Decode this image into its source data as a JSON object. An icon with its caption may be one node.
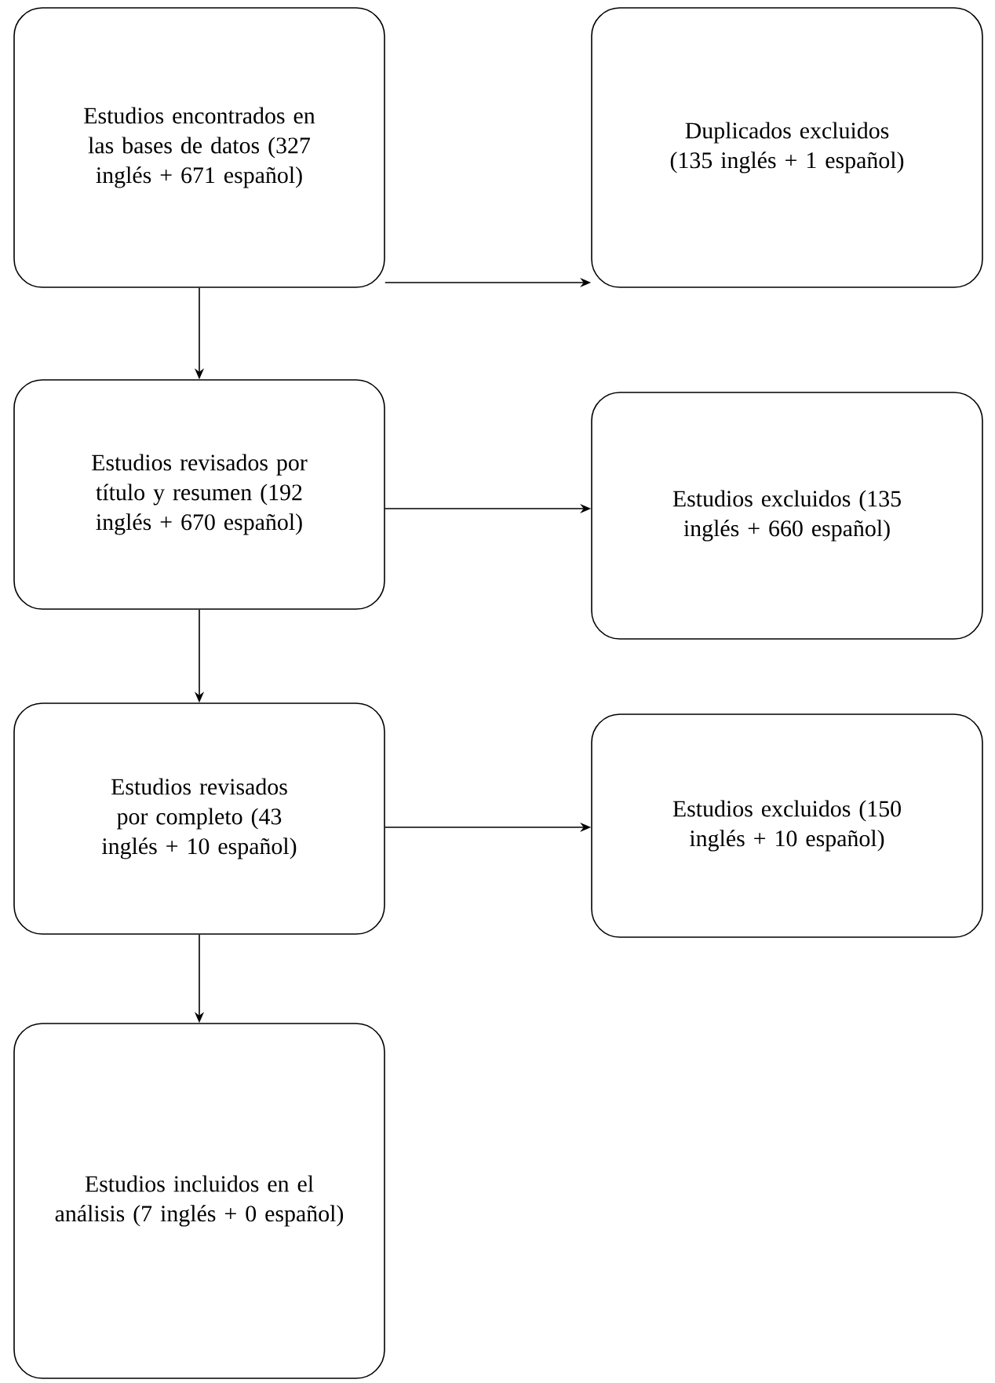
{
  "diagram": {
    "nodes": [
      {
        "text": [
          "Estudios encontrados en las bases de datos (327 inglés + 671 español)"
        ]
      },
      {
        "text": [
          "Duplicados excluidos (135 inglés + 1 español)"
        ]
      },
      {
        "text": [
          "Estudios revisados por título y resumen (192 inglés + 670 español)"
        ]
      },
      {
        "text": [
          "Estudios excluidos (135 inglés + 660 español)"
        ]
      },
      {
        "text": [
          "Estudios revisados por completo (43 inglés + 10 español)"
        ]
      },
      {
        "text": [
          "Estudios excluidos (150 inglés + 10 español)"
        ]
      },
      {
        "text": [
          "Estudios incluidos en el análisis (7 inglés + 0 español)"
        ]
      }
    ],
    "edges": [
      {
        "from": 0,
        "to": 1,
        "arrow": "to"
      },
      {
        "from": 0,
        "to": 2,
        "arrow": "to"
      },
      {
        "from": 2,
        "to": 3,
        "arrow": "to"
      },
      {
        "from": 2,
        "to": 4,
        "arrow": "to"
      },
      {
        "from": 4,
        "to": 5,
        "arrow": "to"
      },
      {
        "from": 4,
        "to": 6,
        "arrow": "to"
      }
    ]
  }
}
